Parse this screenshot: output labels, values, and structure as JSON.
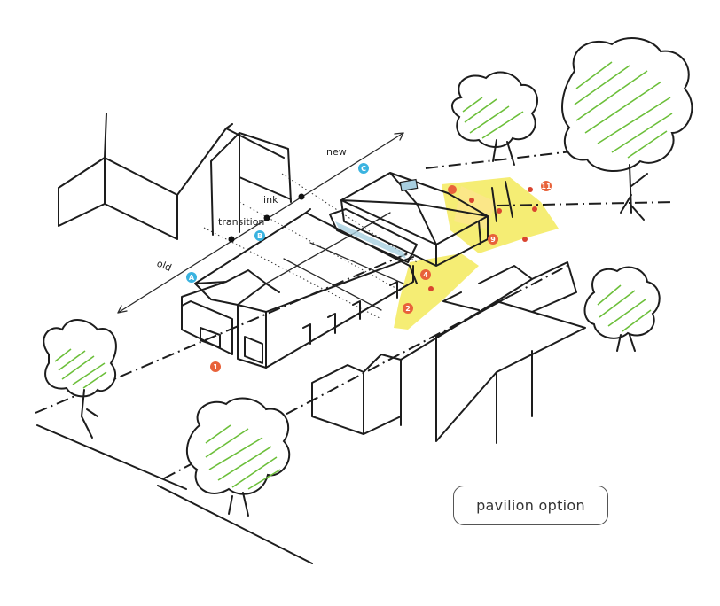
{
  "title": "pavilion option",
  "zones": [
    {
      "key": "old",
      "label": "old",
      "marker": "A"
    },
    {
      "key": "transition",
      "label": "transition",
      "marker": "B"
    },
    {
      "key": "link",
      "label": "link"
    },
    {
      "key": "new",
      "label": "new",
      "marker": "C"
    }
  ],
  "numbered_markers": [
    "1",
    "2",
    "4",
    "9",
    "11"
  ],
  "colors": {
    "ink": "#1d1d1d",
    "highlight_yellow": "#f2e63a",
    "tree_green": "#6cbf3a",
    "marker_orange": "#e8623a",
    "marker_blue": "#3ab3e0",
    "glazing_blue": "#a8cfe0"
  }
}
